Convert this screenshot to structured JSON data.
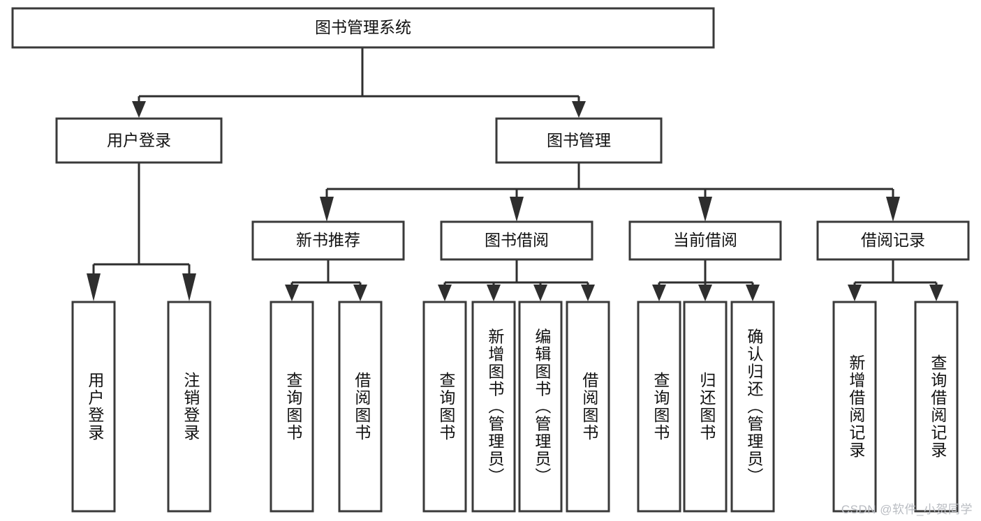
{
  "diagram": {
    "type": "tree-hierarchy",
    "title": "图书管理系统",
    "orientation": "top-down",
    "watermark": "CSDN @软件_小贺同学",
    "nodes": {
      "root": {
        "label": "图书管理系统",
        "level": 0,
        "text_orientation": "horizontal"
      },
      "level1": [
        {
          "id": "user-login",
          "label": "用户登录",
          "text_orientation": "horizontal"
        },
        {
          "id": "book-management",
          "label": "图书管理",
          "text_orientation": "horizontal"
        }
      ],
      "level2": [
        {
          "id": "new-book-recommend",
          "label": "新书推荐",
          "parent": "book-management",
          "text_orientation": "horizontal"
        },
        {
          "id": "book-borrow",
          "label": "图书借阅",
          "parent": "book-management",
          "text_orientation": "horizontal"
        },
        {
          "id": "current-borrow",
          "label": "当前借阅",
          "parent": "book-management",
          "text_orientation": "horizontal"
        },
        {
          "id": "borrow-record",
          "label": "借阅记录",
          "parent": "book-management",
          "text_orientation": "horizontal"
        }
      ],
      "leaves": [
        {
          "id": "leaf-user-login",
          "label": "用户登录",
          "parent": "user-login",
          "text_orientation": "vertical"
        },
        {
          "id": "leaf-user-logout",
          "label": "注销登录",
          "parent": "user-login",
          "text_orientation": "vertical"
        },
        {
          "id": "leaf-query-book-1",
          "label": "查询图书",
          "parent": "new-book-recommend",
          "text_orientation": "vertical"
        },
        {
          "id": "leaf-borrow-book-1",
          "label": "借阅图书",
          "parent": "new-book-recommend",
          "text_orientation": "vertical"
        },
        {
          "id": "leaf-query-book-2",
          "label": "查询图书",
          "parent": "book-borrow",
          "text_orientation": "vertical"
        },
        {
          "id": "leaf-add-book",
          "label": "新增图书（管理员）",
          "parent": "book-borrow",
          "text_orientation": "vertical"
        },
        {
          "id": "leaf-edit-book",
          "label": "编辑图书（管理员）",
          "parent": "book-borrow",
          "text_orientation": "vertical"
        },
        {
          "id": "leaf-borrow-book-2",
          "label": "借阅图书",
          "parent": "book-borrow",
          "text_orientation": "vertical"
        },
        {
          "id": "leaf-query-book-3",
          "label": "查询图书",
          "parent": "current-borrow",
          "text_orientation": "vertical"
        },
        {
          "id": "leaf-return-book",
          "label": "归还图书",
          "parent": "current-borrow",
          "text_orientation": "vertical"
        },
        {
          "id": "leaf-confirm-return",
          "label": "确认归还（管理员）",
          "parent": "current-borrow",
          "text_orientation": "vertical"
        },
        {
          "id": "leaf-add-record",
          "label": "新增借阅记录",
          "parent": "borrow-record",
          "text_orientation": "vertical"
        },
        {
          "id": "leaf-query-record",
          "label": "查询借阅记录",
          "parent": "borrow-record",
          "text_orientation": "vertical"
        }
      ]
    },
    "colors": {
      "box_stroke": "#3a3a3a",
      "box_fill": "#ffffff",
      "connector": "#2e2e2e",
      "label_text": "#111111",
      "watermark": "#b9bcc2",
      "background": "#ffffff"
    }
  }
}
